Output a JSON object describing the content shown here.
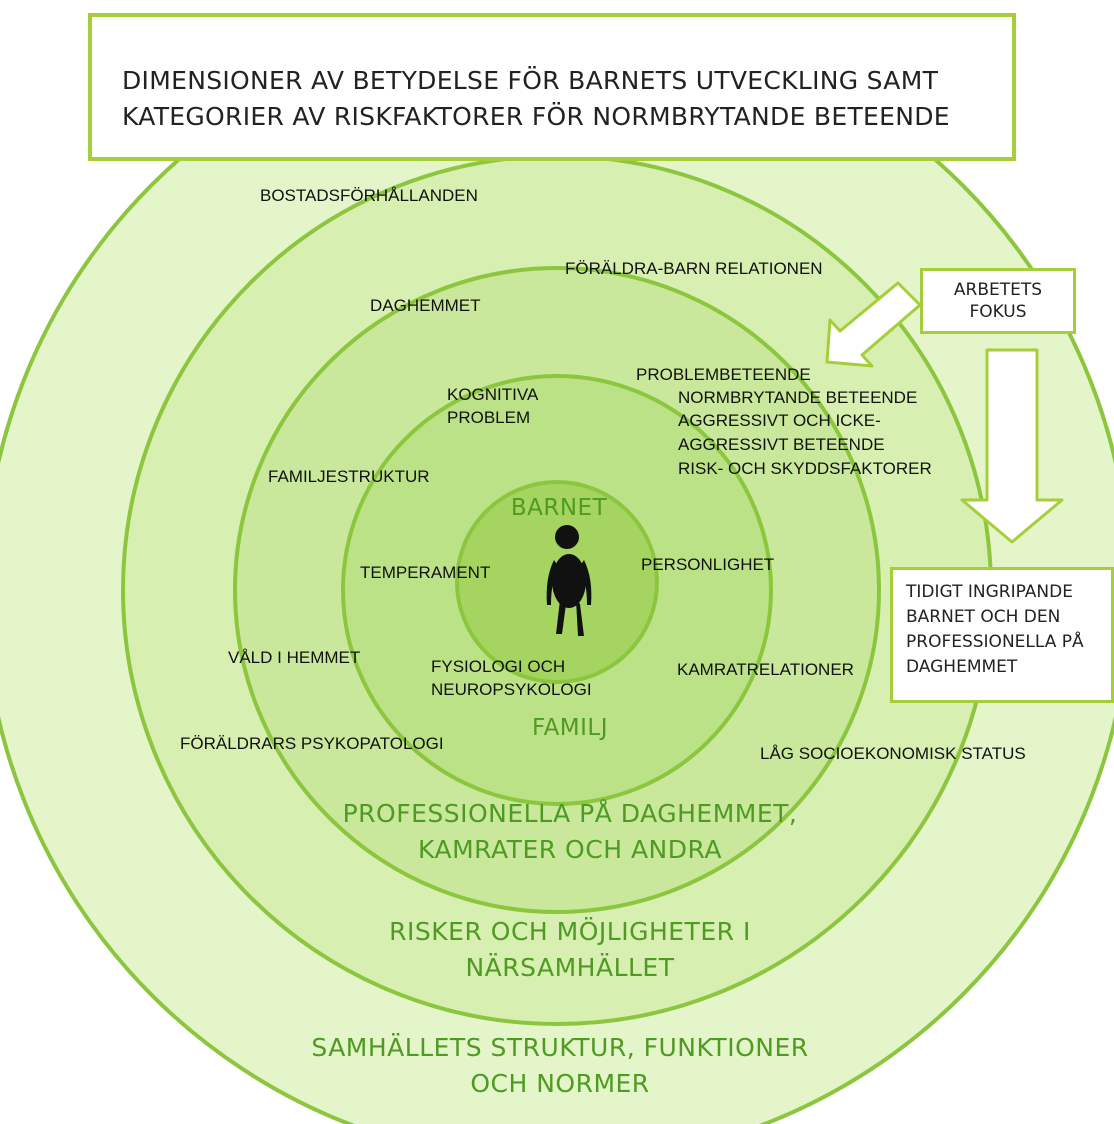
{
  "title": {
    "line1": "DIMENSIONER AV BETYDELSE FÖR BARNETS UTVECKLING SAMT",
    "line2": "KATEGORIER AV RISKFAKTORER FÖR NORMBRYTANDE BETEENDE"
  },
  "rings": {
    "child": "BARNET",
    "family": "FAMILJ",
    "daycare_line1": "PROFESSIONELLA PÅ DAGHEMMET,",
    "daycare_line2": "KAMRATER OCH ANDRA",
    "community_line1": "RISKER OCH MÖJLIGHETER I",
    "community_line2": "NÄRSAMHÄLLET",
    "society_line1": "SAMHÄLLETS STRUKTUR, FUNKTIONER",
    "society_line2": "OCH NORMER"
  },
  "factors": {
    "bostad": "BOSTADSFÖRHÅLLANDEN",
    "foralder_barn": "FÖRÄLDRA-BARN RELATIONEN",
    "daghemmet": "DAGHEMMET",
    "kognitiva_1": "KOGNITIVA",
    "kognitiva_2": "PROBLEM",
    "problembeteende": "PROBLEMBETEENDE",
    "normbrytande": "NORMBRYTANDE BETEENDE",
    "aggressivt_1": "AGGRESSIVT OCH ICKE-",
    "aggressivt_2": "AGGRESSIVT BETEENDE",
    "risk_skydd": "RISK- OCH SKYDDSFAKTORER",
    "familjestruktur": "FAMILJESTRUKTUR",
    "temperament": "TEMPERAMENT",
    "personlighet": "PERSONLIGHET",
    "vald": "VÅLD I HEMMET",
    "fysiologi_1": "FYSIOLOGI OCH",
    "fysiologi_2": "NEUROPSYKOLOGI",
    "kamratrelationer": "KAMRATRELATIONER",
    "foraldrars_psyk": "FÖRÄLDRARS PSYKOPATOLOGI",
    "lag_socio": "LÅG SOCIOEKONOMISK STATUS"
  },
  "focus_box": {
    "line1": "ARBETETS",
    "line2": "FOKUS"
  },
  "intervention_box": {
    "line1": "TIDIGT INGRIPANDE",
    "line2": "BARNET OCH DEN",
    "line3": "PROFESSIONELLA PÅ",
    "line4": "DAGHEMMET"
  },
  "colors": {
    "ring_outer": "#e4f5c9",
    "ring_2": "#d7efb0",
    "ring_3": "#c9e89b",
    "ring_4": "#bce287",
    "ring_inner": "#9fd15a",
    "ring_stroke": "#8cc63f",
    "accent": "#a6cd3a",
    "ring_text": "#4f9a22"
  },
  "icons": {
    "child_figure": "child-figure-icon",
    "arrow_diagonal": "arrow-down-left-icon",
    "arrow_down": "arrow-down-icon"
  }
}
